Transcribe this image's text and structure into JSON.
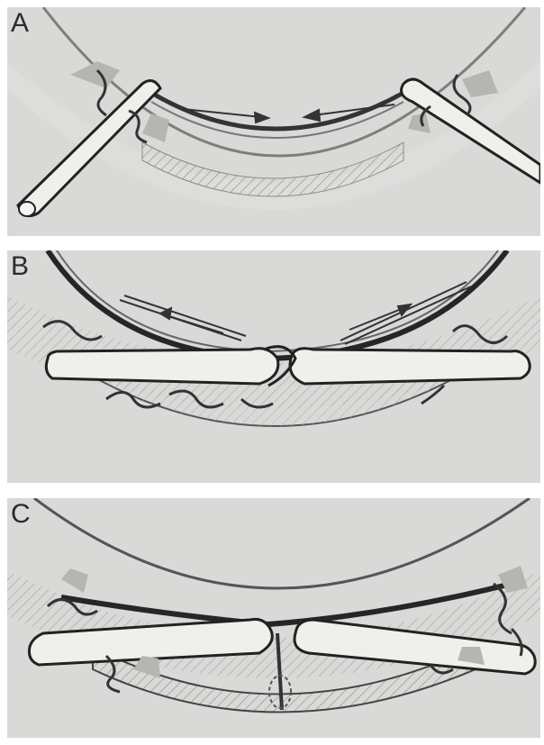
{
  "panels": [
    {
      "label": "A"
    },
    {
      "label": "B"
    },
    {
      "label": "C"
    }
  ],
  "colors": {
    "background": "#d9d9d7",
    "outline": "#2a2a2a",
    "tissue": "#e6e6e3",
    "shade": "#b7b7b4",
    "hatch": "#a8a8a5"
  }
}
